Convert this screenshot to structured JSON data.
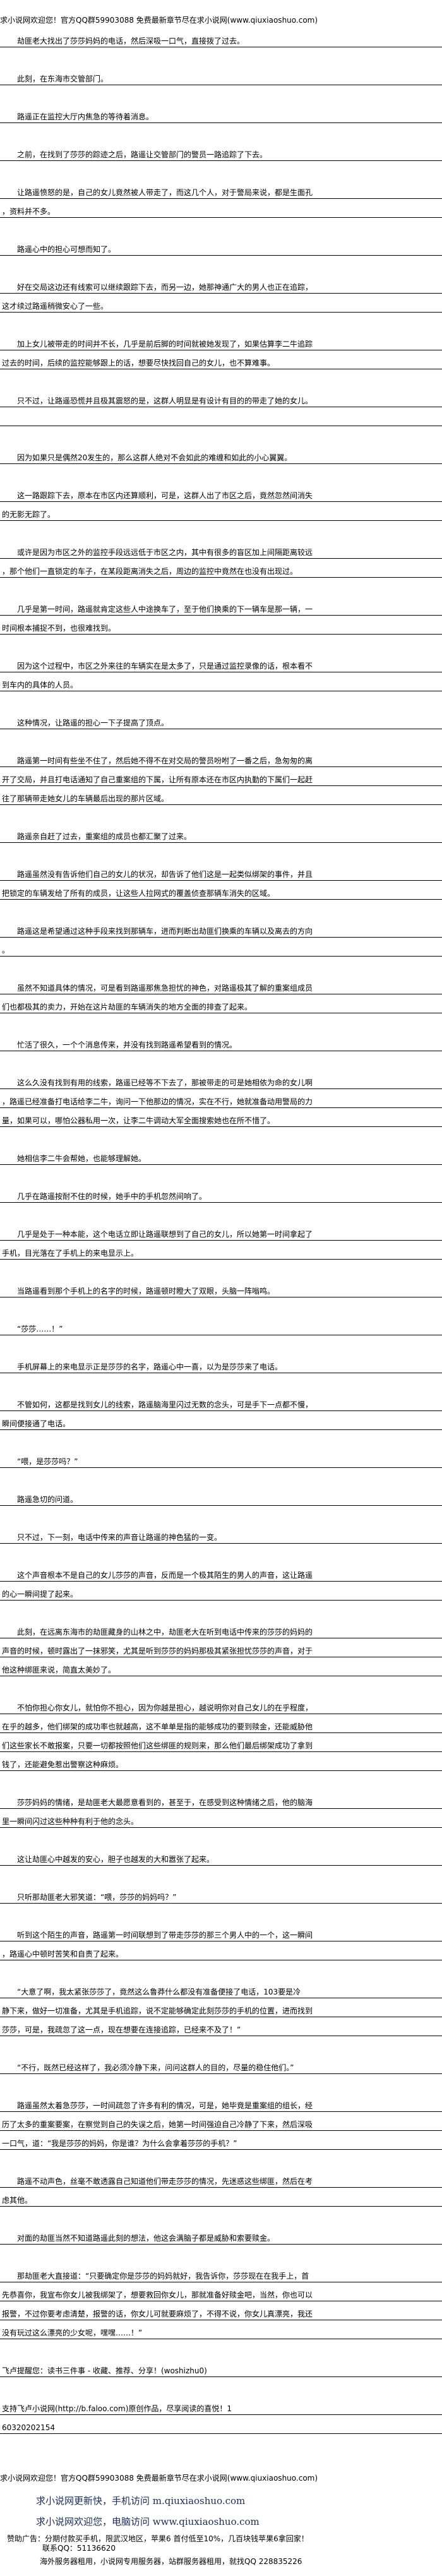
{
  "site_banner": "求小说网欢迎您！官方QQ群59903088 免费最新章节尽在求小说网(www.qiuxiaoshuo.com)",
  "paragraphs": [
    [
      "　　劫匪老大找出了莎莎妈妈的电话，然后深吸一口气，直接拨了过去。"
    ],
    [
      "　　此刻，在东海市交管部门。"
    ],
    [
      "　　路遥正在监控大厅内焦急的等待着消息。"
    ],
    [
      "　　之前，在找到了莎莎的踪迹之后，路遥让交管部门的警员一路追踪了下去。"
    ],
    [
      "　　让路遥愤怒的是，自己的女儿竟然被人带走了，而这几个人，对于警局来说，都是生面孔",
      "，资料并不多。"
    ],
    [
      "　　路遥心中的担心可想而知了。"
    ],
    [
      "　　好在交局这边还有线索可以继续跟踪下去，而另一边，她那神通广大的男人也正在追踪，",
      "这才续过路遥稍微安心了一些。"
    ],
    [
      "　　加上女儿被带走的时间并不长，几乎是前后脚的时间就被她发现了，如果估算李二牛追踪",
      "过去的时间，后续的监控能够跟上的话，想要尽快找回自己的女儿，也不算难事。"
    ],
    [
      "　　只不过，让路遥恐慌并且极其震怒的是，这群人明显是有设计有目的的带走了她的女儿。",
      ""
    ],
    [
      "　　因为如果只是偶然20发生的，那么这群人绝对不会如此的难缠和如此的小心翼翼。"
    ],
    [
      "　　这一路跟踪下去，原本在市区内还算顺利，可是，这群人出了市区之后，竟然忽然间消失",
      "的无影无踪了。"
    ],
    [
      "　　或许是因为市区之外的监控手段远远低于市区之内，其中有很多的盲区加上间隔距离较远",
      "，那个他们一直锁定的车子，在某段距离消失之后，周边的监控中竟然在也没有出现过。"
    ],
    [
      "　　几乎是第一时间，路遥就肯定这些人中途换车了，至于他们换乘的下一辆车是那一辆，一",
      "时间根本捕捉不到，也很难找到。"
    ],
    [
      "　　因为这个过程中，市区之外来往的车辆实在是太多了，只是通过监控录像的话，根本看不",
      "到车内的具体的人员。"
    ],
    [
      "　　这种情况，让路遥的担心一下子提高了顶点。"
    ],
    [
      "　　路遥第一时间有些坐不住了，然后她不得不在对交局的警员吩咐了一番之后，急匆匆的离",
      "开了交局，并且打电话通知了自己重案组的下属，让所有原本还在市区内执勤的下属们一起赶",
      "往了那辆带走她女儿的车辆最后出现的那片区域。"
    ],
    [
      "　　路遥亲自赶了过去，重案组的成员也都汇聚了过来。"
    ],
    [
      "　　路遥虽然没有告诉他们自己的女儿的状况，却告诉了他们这是一起类似绑架的事件，并且",
      "把锁定的车辆发给了所有的成员，让这些人拉网式的覆盖侦查那辆车消失的区域。"
    ],
    [
      "　　路遥这是希望通过这种手段来找到那辆车，进而判断出劫匪们换乘的车辆以及离去的方向",
      "。"
    ],
    [
      "　　虽然不知道具体的情况，可是看到路遥那焦急担忧的神色，对路遥极其了解的重案组成员",
      "们也都极其的卖力，开始在这片劫匪的车辆消失的地方全面的排查了起来。"
    ],
    [
      "　　忙活了很久，一个个消息传来，并没有找到路遥希望看到的情况。"
    ],
    [
      "　　这么久没有找到有用的线索，路遥已经等不下去了，那被带走的可是她相依为命的女儿啊",
      "，路遥已经准备打电话给李二牛，询问一下他那边的情况，实在不行，她就准备动用警局的力",
      "量，如果可以，哪怕公器私用一次，让李二牛调动大军全面搜索她也在所不惜了。"
    ],
    [
      "　　她相信李二牛会帮她，也能够理解她。"
    ],
    [
      "　　几乎在路遥按耐不住的时候，她手中的手机忽然间响了。"
    ],
    [
      "　　几乎是处于一种本能，这个电话立即让路遥联想到了自己的女儿，所以她第一时间拿起了",
      "手机，目光落在了手机上的来电显示上。"
    ],
    [
      "　　当路遥看到那个手机上的名字的时候，路遥顿时瞪大了双眼，头脑一阵嗡鸣。"
    ],
    [
      "　　“莎莎……！”"
    ],
    [
      "　　手机屏幕上的来电显示正是莎莎的名字，路遥心中一喜，以为是莎莎来了电话。"
    ],
    [
      "　　不管如何，这都是找到女儿的线索，路遥脑海里闪过无数的念头，可是手下一点都不慢，",
      "瞬间便接通了电话。"
    ],
    [
      "　　“喂，是莎莎吗？”"
    ],
    [
      "　　路遥急切的问道。"
    ],
    [
      "　　只不过，下一刻，电话中传来的声音让路遥的神色猛的一变。"
    ],
    [
      "　　这个声音根本不是自己的女儿莎莎的声音，反而是一个极其陌生的男人的声音，这让路遥",
      "的心一瞬间提了起来。"
    ],
    [
      "　　此刻，在远离东海市的劫匪藏身的山林之中，劫匪老大在听到电话中传来的莎莎的妈妈的",
      "声音的时候，顿时露出了一抹邪笑，尤其是听到莎莎的妈妈那极其紧张担忧莎莎的声音，对于",
      "他这种绑匪来说，简直太美妙了。"
    ],
    [
      "　　不怕你担心你女儿，就怕你不担心，因为你越是担心，越说明你对自己女儿的在乎程度，",
      "在乎的越多，他们绑架的成功率也就越高，这不单单是指的能够成功的要到赎金，还能威胁他",
      "们这些家长不敢报案，只要一切都按照他们这些绑匪的规则来，那么他们最后绑架成功了拿到",
      "钱了，还能避免惹出警察这种麻烦。"
    ],
    [
      "　　莎莎妈妈的情绪，是劫匪老大最愿意看到的，甚至于，在感受到这种情绪之后，他的脑海",
      "里一瞬间闪过这些种种有利于他的念头。"
    ],
    [
      "　　这让劫匪心中越发的安心，胆子也越发的大和嚣张了起来。"
    ],
    [
      "　　只听那劫匪老大邪笑道：“喂，莎莎的妈妈吗？”"
    ],
    [
      "　　听到这个陌生的声音，路遥第一时间联想到了带走莎莎的那三个男人中的一个，这一瞬间",
      "，路遥心中顿时苦笑和自责了起来。"
    ],
    [
      "　　“大意了啊，我太紧张莎莎了，竟然这么鲁莽什么都没有准备便接了电话，103要是冷",
      "静下来，做好一切准备，尤其是手机追踪，说不定能够确定此刻莎莎的手机的位置，进而找到",
      "莎莎，可是，我疏忽了这一点，现在想要在连接追踪，已经来不及了！”"
    ],
    [
      "　　“不行，既然已经这样了，我必须冷静下来，问问这群人的目的，尽量的稳住他们。”"
    ],
    [
      "　　路遥虽然太着急莎莎，一时间疏忽了许多有利的情况，可是，她毕竟是重案组的组长，经",
      "历了太多的重案要案，在察觉到自己的失误之后，她第一时间强迫自己冷静了下来，然后深吸",
      "一口气，道：“我是莎莎的妈妈，你是谁？为什么会拿着莎莎的手机？”"
    ],
    [
      "　　路遥不动声色，丝毫不敢透露自己知道他们带走莎莎的情况，先迷惑这些绑匪，然后在考",
      "虑其他。"
    ],
    [
      "　　对面的劫匪当然不知道路遥此刻的想法，他这会满脑子都是威胁和索要赎金。"
    ],
    [
      "　　那劫匪老大直接道：“只要确定你是莎莎的妈妈就好，我告诉你，莎莎现在在我手上，首",
      "先恭喜你，我宣布你女儿被我绑架了，想要救回你女儿，那就准备好赎金吧，当然，你也可以",
      "报警，不过你要考虑清楚，报警的话，你女儿可就要麻烦了，不得不说，你女儿真漂亮，我还",
      "没有玩过这么漂亮的少女呢，嘿嘿……！”"
    ],
    [
      "飞卢提醒您：读书三件事 - 收藏、推荐、分享！(woshizhu0)"
    ],
    [
      "支持飞卢小说网(http://b.faloo.com)原创作品，尽享阅读的喜悦！1",
      "60320202154"
    ]
  ],
  "footer": {
    "banner": "求小说网欢迎您！官方QQ群59903088 免费最新章节尽在求小说网(www.qiuxiaoshuo.com)",
    "mobile_promo": "求小说网更新快，手机访问 m.qiuxiaoshuo.com",
    "pc_promo": "求小说网欢迎您，电脑访问 www.qiuxiaoshuo.com",
    "ad_line": "赞助广告：分期付款买手机，限武汉地区，苹果6 首付低至10%，几百块钱苹果6拿回家！",
    "ad_contact": "联系QQ：51136620",
    "server_ad": "海外服务器租用，小说网专用服务器，站群服务器租用，就找QQ 228835226"
  },
  "colors": {
    "promo": "#1a2c5e",
    "text": "#000000"
  }
}
